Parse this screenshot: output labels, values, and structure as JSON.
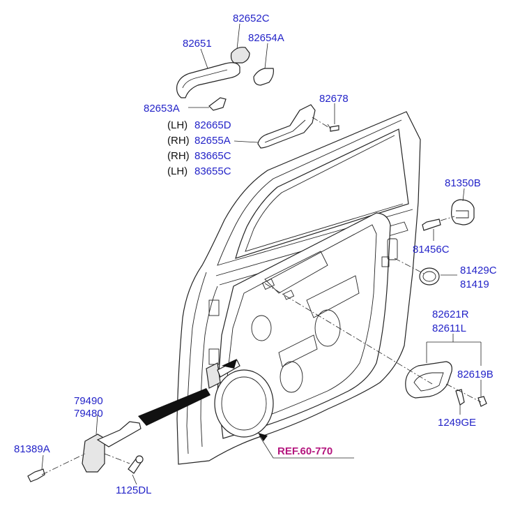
{
  "labels": {
    "p82652C": "82652C",
    "p82651": "82651",
    "p82654A": "82654A",
    "p82653A": "82653A",
    "p82678": "82678",
    "lh1": "(LH)",
    "p82665D": "82665D",
    "rh1": "(RH)",
    "p82655A": "82655A",
    "rh2": "(RH)",
    "p83665C": "83665C",
    "lh2": "(LH)",
    "p83655C": "83655C",
    "p81350B": "81350B",
    "p81456C": "81456C",
    "p81429C": "81429C",
    "p81419": "81419",
    "p82621R": "82621R",
    "p82611L": "82611L",
    "p82619B": "82619B",
    "p1249GE": "1249GE",
    "p79490": "79490",
    "p79480": "79480",
    "p81389A": "81389A",
    "p1125DL": "1125DL",
    "ref": "REF.60-770"
  },
  "colors": {
    "label": "#2323c8",
    "reference": "#b4167e",
    "line": "#222222"
  }
}
